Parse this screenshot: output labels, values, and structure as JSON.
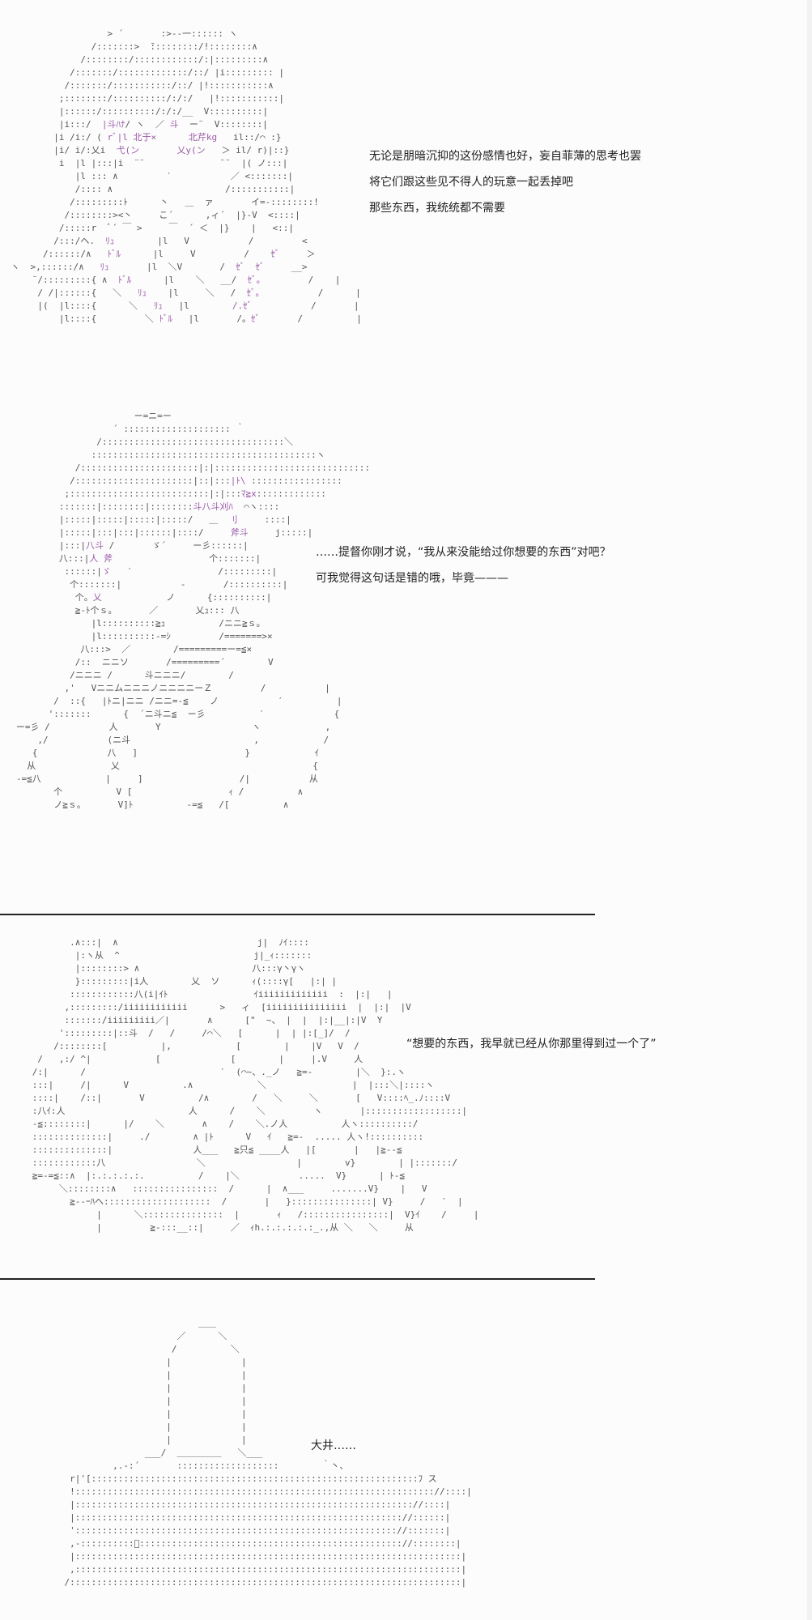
{
  "panels": [
    {
      "caption_lines": [
        "无论是朋暗沉抑的这份感情也好，妄自菲薄的思考也罢",
        "将它们跟这些见不得人的玩意一起丢掉吧",
        "那些东西，我统统都不需要"
      ]
    },
    {
      "caption_lines": [
        "……提督你刚才说，“我从来没能给过你想要的东西”对吧？",
        "可我觉得这句话是错的哦，毕竟———"
      ]
    },
    {
      "caption_lines": [
        "“想要的东西，我早就已经从你那里得到过一个了”"
      ]
    },
    {
      "caption_lines": [
        "大井……"
      ]
    }
  ]
}
